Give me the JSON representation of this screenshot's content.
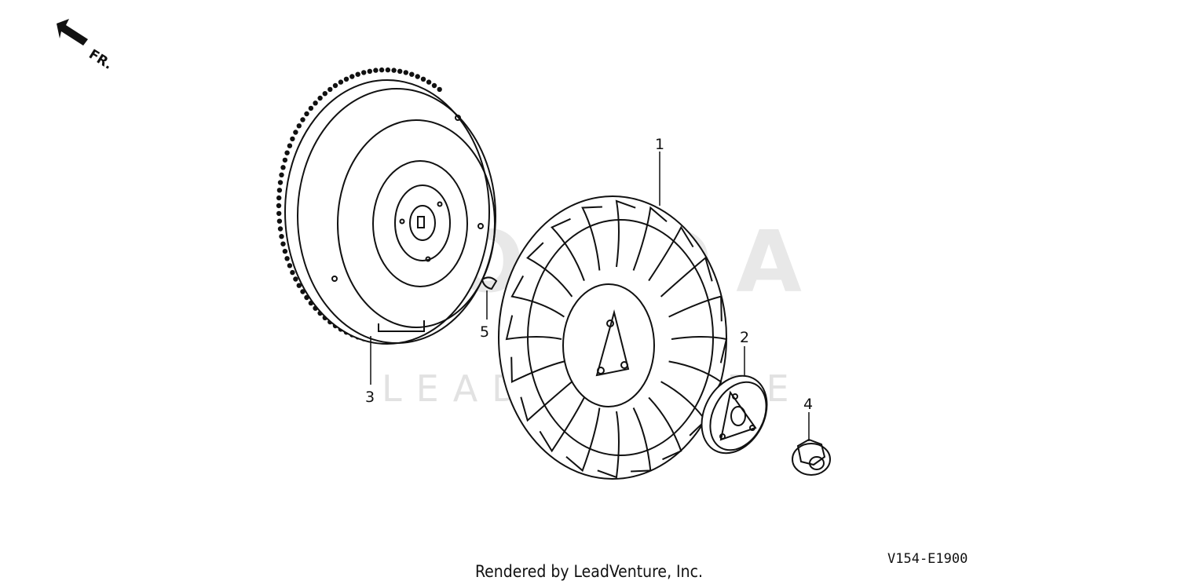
{
  "direction": {
    "label": "FR.",
    "icon": "front-direction-arrow-icon"
  },
  "watermark": {
    "brand": "HONDA",
    "company": "LEADVENTURE"
  },
  "callouts": [
    {
      "number": "1",
      "part": "cooling-fan"
    },
    {
      "number": "2",
      "part": "fan-washer"
    },
    {
      "number": "3",
      "part": "flywheel"
    },
    {
      "number": "4",
      "part": "flange-nut"
    },
    {
      "number": "5",
      "part": "woodruff-key"
    }
  ],
  "diagram_code": "V154-E1900",
  "footer": "Rendered by LeadVenture, Inc."
}
